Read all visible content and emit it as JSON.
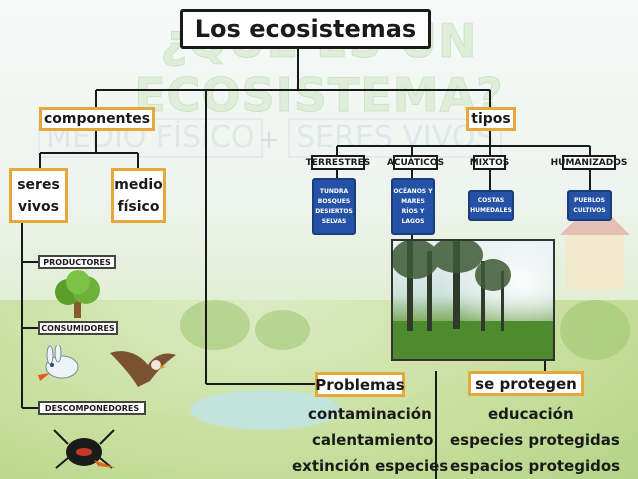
{
  "background": {
    "title": "¿QUÉ ES UN ECOSISTEMA?",
    "medio_fisico": "MEDIO FÍSICO",
    "plus": "+",
    "seres_vivos": "SERES VIVOS"
  },
  "title": "Los ecosistemas",
  "componentes": {
    "label": "componentes",
    "seres_vivos": [
      "seres",
      "vivos"
    ],
    "medio_fisico": [
      "medio",
      "físico"
    ],
    "items": [
      "PRODUCTORES",
      "CONSUMIDORES",
      "DESCOMPONEDORES"
    ]
  },
  "tipos": {
    "label": "tipos",
    "categories": [
      {
        "label": "TERRESTRES",
        "examples": [
          "TUNDRA",
          "BOSQUES",
          "DESIERTOS",
          "SELVAS"
        ]
      },
      {
        "label": "ACUÁTICOS",
        "examples": [
          "OCÉANOS Y",
          "MARES",
          "RÍOS Y",
          "LAGOS"
        ]
      },
      {
        "label": "MIXTOS",
        "examples": [
          "COSTAS",
          "HUMEDALES"
        ]
      },
      {
        "label": "HUMANIZADOS",
        "examples": [
          "PUEBLOS",
          "CULTIVOS"
        ]
      }
    ]
  },
  "problemas": {
    "label": "Problemas",
    "items": [
      "contaminación",
      "calentamiento",
      "extinción especies"
    ]
  },
  "proteccion": {
    "label": "se protegen",
    "items": [
      "educación",
      "especies protegidas",
      "espacios protegidos"
    ]
  },
  "colors": {
    "orange_border": "#e4a93a",
    "blue_box": "#2552a7",
    "line": "#1a1a1a"
  }
}
